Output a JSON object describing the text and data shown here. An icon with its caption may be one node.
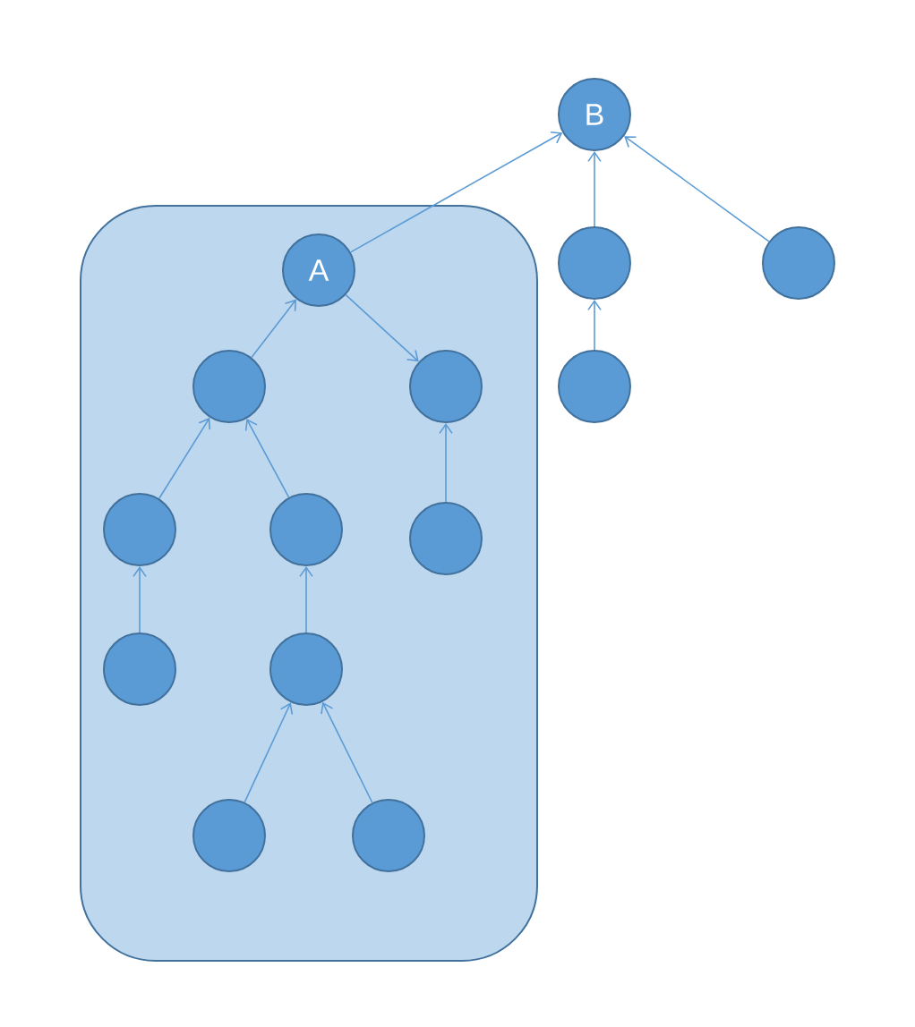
{
  "diagram": {
    "nodes": [
      {
        "text": [
          "B"
        ]
      },
      {
        "text": [],
        "shape": "box"
      },
      {
        "text": [
          "A"
        ],
        "in": 1
      },
      {
        "text": [],
        "shape": "circle"
      },
      {
        "text": [],
        "shape": "circle"
      },
      {
        "text": [],
        "shape": "circle",
        "in": 1
      },
      {
        "text": [],
        "shape": "circle",
        "in": 1
      },
      {
        "text": [],
        "shape": "circle"
      },
      {
        "text": [],
        "shape": "circle",
        "in": 1
      },
      {
        "text": [],
        "shape": "circle",
        "in": 1
      },
      {
        "text": [],
        "shape": "circle",
        "in": 1
      },
      {
        "text": [],
        "shape": "circle",
        "in": 1
      },
      {
        "text": [],
        "shape": "circle",
        "in": 1
      },
      {
        "text": [],
        "shape": "circle",
        "in": 1
      },
      {
        "text": [],
        "shape": "circle",
        "in": 1
      }
    ],
    "edges": [
      {
        "from": 2,
        "to": 0,
        "arrow": "to"
      },
      {
        "from": 3,
        "to": 0,
        "arrow": "to"
      },
      {
        "from": 4,
        "to": 0,
        "arrow": "to"
      },
      {
        "from": 7,
        "to": 3,
        "arrow": "to"
      },
      {
        "from": 5,
        "to": 2,
        "arrow": "to"
      },
      {
        "from": 2,
        "to": 6,
        "arrow": "to"
      },
      {
        "from": 8,
        "to": 5,
        "arrow": "to"
      },
      {
        "from": 9,
        "to": 5,
        "arrow": "to"
      },
      {
        "from": 10,
        "to": 6,
        "arrow": "to"
      },
      {
        "from": 11,
        "to": 8,
        "arrow": "to"
      },
      {
        "from": 12,
        "to": 9,
        "arrow": "to"
      },
      {
        "from": 13,
        "to": 12,
        "arrow": "to"
      },
      {
        "from": 14,
        "to": 12,
        "arrow": "to"
      }
    ]
  }
}
